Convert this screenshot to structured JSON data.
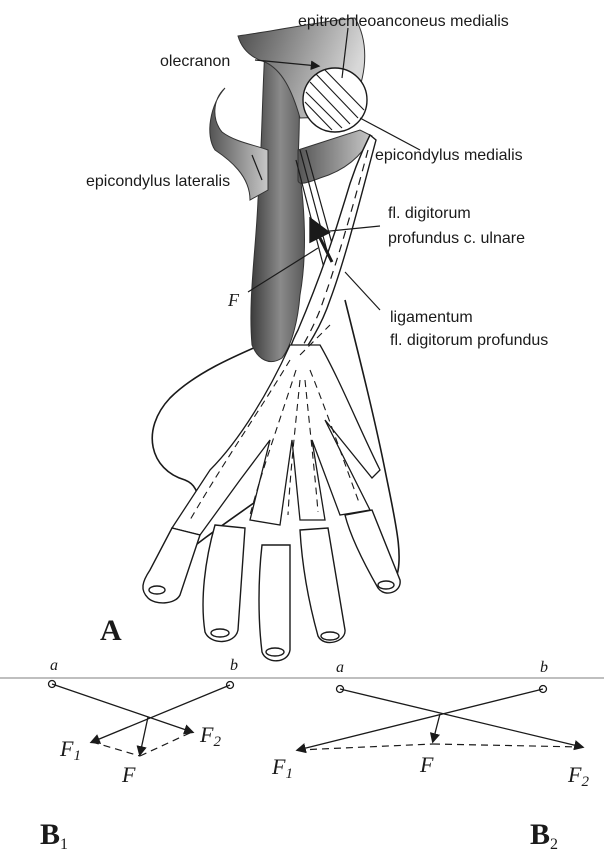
{
  "labels": {
    "epitrochleoanconeus": "epitrochleoanconeus medialis",
    "olecranon": "olecranon",
    "epicondylus_medialis": "epicondylus medialis",
    "epicondylus_lateralis": "epicondylus lateralis",
    "fdp_line1": "fl. digitorum",
    "fdp_line2": "profundus c. ulnare",
    "force_F": "F",
    "ligamentum_line1": "ligamentum",
    "ligamentum_line2": "fl. digitorum profundus"
  },
  "panels": {
    "A": "A",
    "B1": "B",
    "B1_sub": "1",
    "B2": "B",
    "B2_sub": "2"
  },
  "vector_diagram_1": {
    "a": "a",
    "b": "b",
    "F1": "F",
    "F1_sub": "1",
    "F2": "F",
    "F2_sub": "2",
    "F": "F"
  },
  "vector_diagram_2": {
    "a": "a",
    "b": "b",
    "F1": "F",
    "F1_sub": "1",
    "F2": "F",
    "F2_sub": "2",
    "F": "F"
  }
}
